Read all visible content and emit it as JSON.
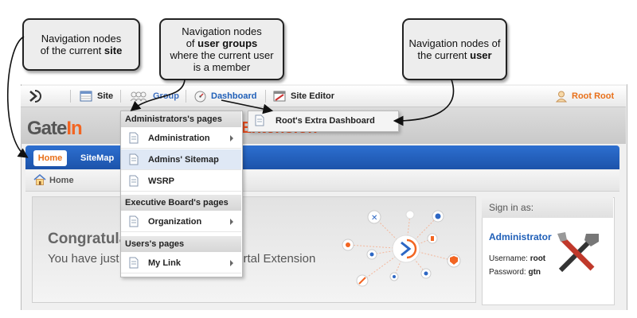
{
  "callouts": {
    "site": {
      "line1": "Navigation nodes",
      "line2_pre": "of the current ",
      "line2_bold": "site"
    },
    "groups": {
      "line1": "Navigation nodes",
      "line2_pre": "of ",
      "line2_bold": "user groups",
      "line3": "where the current user",
      "line4": "is a member"
    },
    "user": {
      "line1": "Navigation nodes of",
      "line2_pre": "the current ",
      "line2_bold": "user"
    }
  },
  "toolbar": {
    "site_label": "Site",
    "group_label": "Group",
    "dashboard_label": "Dashboard",
    "site_editor_label": "Site Editor",
    "user_label": "Root Root"
  },
  "banner": {
    "logo_text_a": "Gate",
    "logo_text_b": "In",
    "extension_text": "Extension"
  },
  "nav": {
    "home_label": "Home",
    "sitemap_label": "SiteMap"
  },
  "breadcrumb": {
    "label": "Home"
  },
  "content": {
    "congrats": "Congratulations!",
    "subtext": "You have just installed the GateIn Portal Extension"
  },
  "signin": {
    "header": "Sign in as:",
    "name": "Administrator",
    "username_label": "Username:",
    "username_value": "root",
    "password_label": "Password:",
    "password_value": "gtn"
  },
  "group_menu": {
    "sections": [
      {
        "header": "Administrators's pages",
        "items": [
          {
            "label": "Administration",
            "has_sub": true
          },
          {
            "label": "Admins' Sitemap",
            "has_sub": false
          },
          {
            "label": "WSRP",
            "has_sub": false
          }
        ]
      },
      {
        "header": "Executive Board's pages",
        "items": [
          {
            "label": "Organization",
            "has_sub": true
          }
        ]
      },
      {
        "header": "Users's pages",
        "items": [
          {
            "label": "My Link",
            "has_sub": true
          }
        ]
      }
    ]
  },
  "dashboard_menu": {
    "item_label": "Root's Extra Dashboard"
  },
  "colors": {
    "accent_blue": "#1f5fb8",
    "orange": "#f26522",
    "nav_blue": "#2360c0",
    "user_orange": "#e8701a"
  }
}
